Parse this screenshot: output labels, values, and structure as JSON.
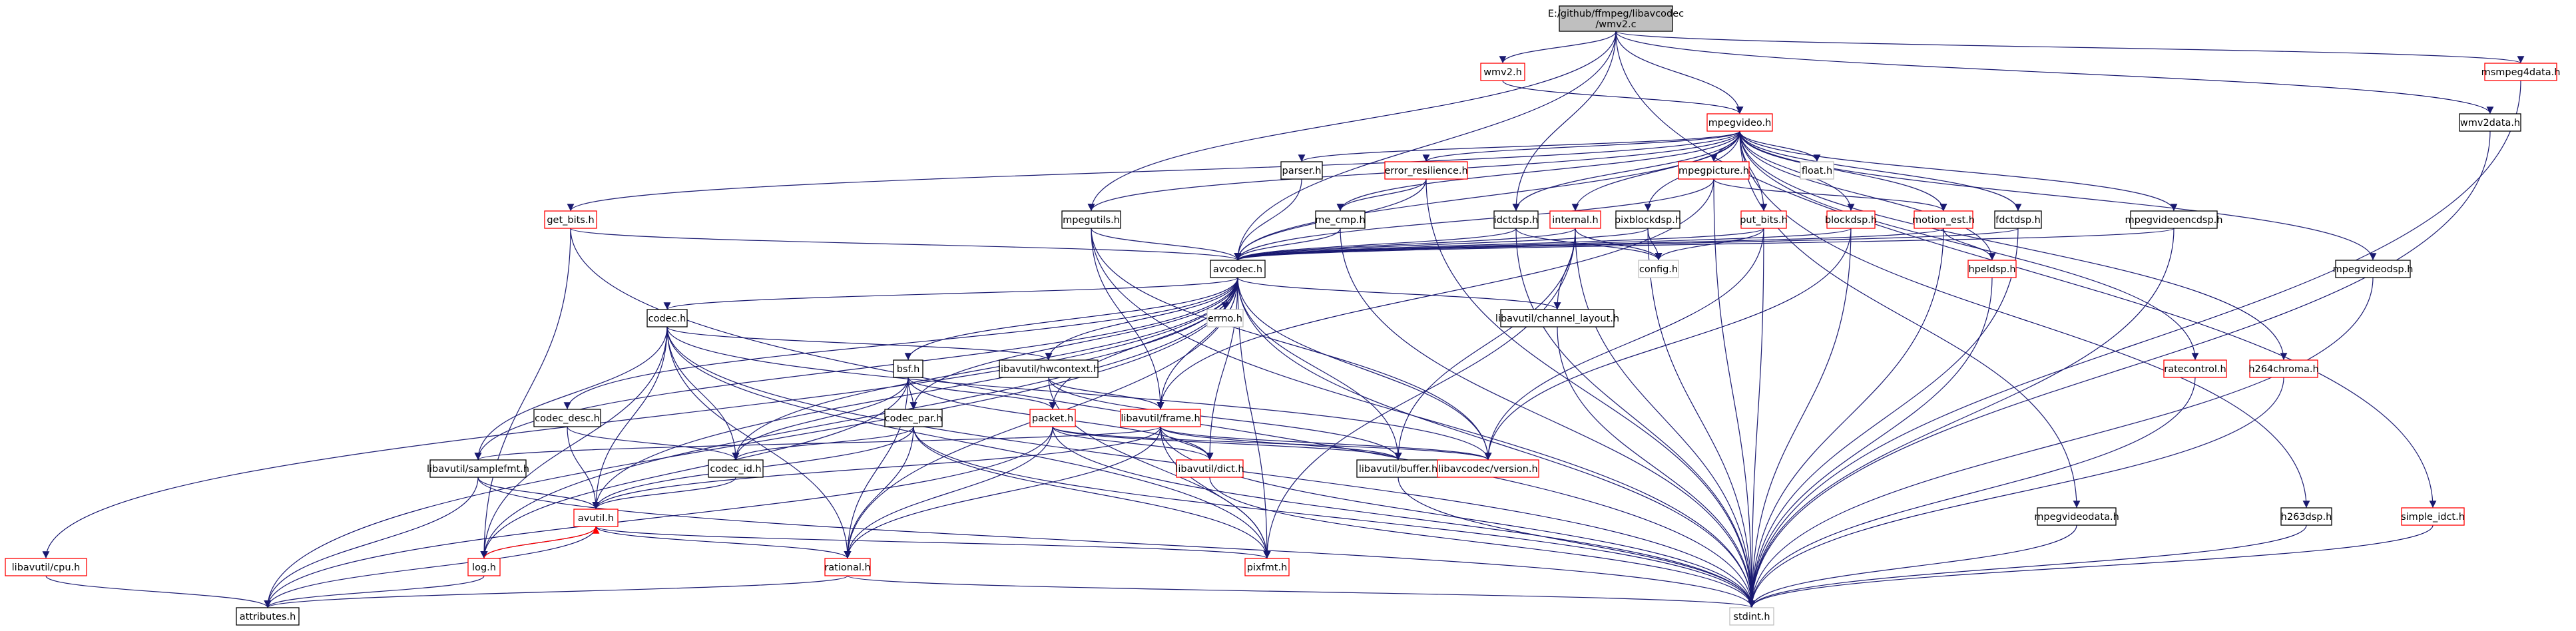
{
  "graph": {
    "root_title": [
      "E:/github/ffmpeg/libavcodec",
      "/wmv2.c"
    ],
    "colors": {
      "edge_include": "#191970",
      "edge_red": "#ff0000",
      "node_box_black": "#000000",
      "node_box_red": "#ff0000",
      "node_box_gray": "#bfbfbf",
      "root_fill": "#bfbfbf"
    },
    "nodes": [
      {
        "id": "root",
        "label": "E:/github/ffmpeg/libavcodec\n/wmv2.c",
        "border": "root"
      },
      {
        "id": "wmv2",
        "label": "wmv2.h",
        "border": "red"
      },
      {
        "id": "msmpeg4data",
        "label": "msmpeg4data.h",
        "border": "red"
      },
      {
        "id": "wmv2data",
        "label": "wmv2data.h",
        "border": "black"
      },
      {
        "id": "mpegvideo",
        "label": "mpegvideo.h",
        "border": "red"
      },
      {
        "id": "parser",
        "label": "parser.h",
        "border": "black"
      },
      {
        "id": "error_resilience",
        "label": "error_resilience.h",
        "border": "red"
      },
      {
        "id": "mpegpicture",
        "label": "mpegpicture.h",
        "border": "red"
      },
      {
        "id": "float",
        "label": "float.h",
        "border": "gray"
      },
      {
        "id": "get_bits",
        "label": "get_bits.h",
        "border": "red"
      },
      {
        "id": "mpegutils",
        "label": "mpegutils.h",
        "border": "black"
      },
      {
        "id": "me_cmp",
        "label": "me_cmp.h",
        "border": "black"
      },
      {
        "id": "idctdsp",
        "label": "idctdsp.h",
        "border": "black"
      },
      {
        "id": "internal",
        "label": "internal.h",
        "border": "red"
      },
      {
        "id": "pixblockdsp",
        "label": "pixblockdsp.h",
        "border": "black"
      },
      {
        "id": "put_bits",
        "label": "put_bits.h",
        "border": "red"
      },
      {
        "id": "blockdsp",
        "label": "blockdsp.h",
        "border": "red"
      },
      {
        "id": "motion_est",
        "label": "motion_est.h",
        "border": "red"
      },
      {
        "id": "fdctdsp",
        "label": "fdctdsp.h",
        "border": "black"
      },
      {
        "id": "mpegvideoencdsp",
        "label": "mpegvideoencdsp.h",
        "border": "black"
      },
      {
        "id": "avcodec",
        "label": "avcodec.h",
        "border": "black"
      },
      {
        "id": "config",
        "label": "config.h",
        "border": "gray"
      },
      {
        "id": "hpeldsp",
        "label": "hpeldsp.h",
        "border": "red"
      },
      {
        "id": "mpegvideodsp",
        "label": "mpegvideodsp.h",
        "border": "black"
      },
      {
        "id": "errno",
        "label": "errno.h",
        "border": "gray"
      },
      {
        "id": "channel_layout",
        "label": "libavutil/channel_layout.h",
        "border": "black"
      },
      {
        "id": "codec",
        "label": "codec.h",
        "border": "black"
      },
      {
        "id": "bsf",
        "label": "bsf.h",
        "border": "black"
      },
      {
        "id": "hwcontext",
        "label": "libavutil/hwcontext.h",
        "border": "black"
      },
      {
        "id": "ratecontrol",
        "label": "ratecontrol.h",
        "border": "red"
      },
      {
        "id": "h264chroma",
        "label": "h264chroma.h",
        "border": "red"
      },
      {
        "id": "codec_desc",
        "label": "codec_desc.h",
        "border": "black"
      },
      {
        "id": "codec_par",
        "label": "codec_par.h",
        "border": "black"
      },
      {
        "id": "packet",
        "label": "packet.h",
        "border": "red"
      },
      {
        "id": "frame",
        "label": "libavutil/frame.h",
        "border": "red"
      },
      {
        "id": "samplefmt",
        "label": "libavutil/samplefmt.h",
        "border": "black"
      },
      {
        "id": "codec_id",
        "label": "codec_id.h",
        "border": "black"
      },
      {
        "id": "dict",
        "label": "libavutil/dict.h",
        "border": "red"
      },
      {
        "id": "buffer",
        "label": "libavutil/buffer.h",
        "border": "black"
      },
      {
        "id": "version",
        "label": "libavcodec/version.h",
        "border": "red"
      },
      {
        "id": "mpegvideodata",
        "label": "mpegvideodata.h",
        "border": "black"
      },
      {
        "id": "h263dsp",
        "label": "h263dsp.h",
        "border": "black"
      },
      {
        "id": "simple_idct",
        "label": "simple_idct.h",
        "border": "red"
      },
      {
        "id": "avutil",
        "label": "avutil.h",
        "border": "red"
      },
      {
        "id": "cpu",
        "label": "libavutil/cpu.h",
        "border": "red"
      },
      {
        "id": "log",
        "label": "log.h",
        "border": "red"
      },
      {
        "id": "rational",
        "label": "rational.h",
        "border": "red"
      },
      {
        "id": "pixfmt",
        "label": "pixfmt.h",
        "border": "red"
      },
      {
        "id": "attributes",
        "label": "attributes.h",
        "border": "black"
      },
      {
        "id": "stdint",
        "label": "stdint.h",
        "border": "gray"
      }
    ],
    "edges": [
      [
        "root",
        "wmv2"
      ],
      [
        "root",
        "msmpeg4data"
      ],
      [
        "root",
        "wmv2data"
      ],
      [
        "root",
        "mpegvideo"
      ],
      [
        "root",
        "idctdsp"
      ],
      [
        "root",
        "mpegutils"
      ],
      [
        "root",
        "avcodec"
      ],
      [
        "root",
        "simple_idct"
      ],
      [
        "wmv2",
        "mpegvideo"
      ],
      [
        "wmv2data",
        "stdint"
      ],
      [
        "msmpeg4data",
        "stdint"
      ],
      [
        "mpegvideo",
        "parser"
      ],
      [
        "mpegvideo",
        "error_resilience"
      ],
      [
        "mpegvideo",
        "mpegpicture"
      ],
      [
        "mpegvideo",
        "float"
      ],
      [
        "mpegvideo",
        "get_bits"
      ],
      [
        "mpegvideo",
        "mpegutils"
      ],
      [
        "mpegvideo",
        "me_cmp"
      ],
      [
        "mpegvideo",
        "idctdsp"
      ],
      [
        "mpegvideo",
        "internal"
      ],
      [
        "mpegvideo",
        "pixblockdsp"
      ],
      [
        "mpegvideo",
        "put_bits"
      ],
      [
        "mpegvideo",
        "blockdsp"
      ],
      [
        "mpegvideo",
        "motion_est"
      ],
      [
        "mpegvideo",
        "fdctdsp"
      ],
      [
        "mpegvideo",
        "mpegvideoencdsp"
      ],
      [
        "mpegvideo",
        "hpeldsp"
      ],
      [
        "mpegvideo",
        "mpegvideodsp"
      ],
      [
        "mpegvideo",
        "ratecontrol"
      ],
      [
        "mpegvideo",
        "h264chroma"
      ],
      [
        "mpegvideo",
        "mpegvideodata"
      ],
      [
        "mpegvideo",
        "h263dsp"
      ],
      [
        "mpegvideo",
        "avcodec"
      ],
      [
        "parser",
        "avcodec"
      ],
      [
        "error_resilience",
        "avcodec"
      ],
      [
        "error_resilience",
        "me_cmp"
      ],
      [
        "error_resilience",
        "stdint"
      ],
      [
        "mpegpicture",
        "avcodec"
      ],
      [
        "mpegpicture",
        "motion_est"
      ],
      [
        "mpegpicture",
        "frame"
      ],
      [
        "mpegpicture",
        "stdint"
      ],
      [
        "get_bits",
        "avcodec"
      ],
      [
        "get_bits",
        "log"
      ],
      [
        "get_bits",
        "stdint"
      ],
      [
        "mpegutils",
        "avcodec"
      ],
      [
        "mpegutils",
        "frame"
      ],
      [
        "mpegutils",
        "version"
      ],
      [
        "mpegutils",
        "stdint"
      ],
      [
        "me_cmp",
        "avcodec"
      ],
      [
        "me_cmp",
        "stdint"
      ],
      [
        "idctdsp",
        "avcodec"
      ],
      [
        "idctdsp",
        "config"
      ],
      [
        "idctdsp",
        "stdint"
      ],
      [
        "internal",
        "avcodec"
      ],
      [
        "internal",
        "config"
      ],
      [
        "internal",
        "channel_layout"
      ],
      [
        "internal",
        "buffer"
      ],
      [
        "internal",
        "pixfmt"
      ],
      [
        "internal",
        "stdint"
      ],
      [
        "pixblockdsp",
        "avcodec"
      ],
      [
        "pixblockdsp",
        "config"
      ],
      [
        "pixblockdsp",
        "stdint"
      ],
      [
        "put_bits",
        "avcodec"
      ],
      [
        "put_bits",
        "config"
      ],
      [
        "put_bits",
        "stdint"
      ],
      [
        "put_bits",
        "version"
      ],
      [
        "blockdsp",
        "avcodec"
      ],
      [
        "blockdsp",
        "stdint"
      ],
      [
        "blockdsp",
        "version"
      ],
      [
        "motion_est",
        "avcodec"
      ],
      [
        "motion_est",
        "hpeldsp"
      ],
      [
        "motion_est",
        "stdint"
      ],
      [
        "fdctdsp",
        "avcodec"
      ],
      [
        "fdctdsp",
        "stdint"
      ],
      [
        "mpegvideoencdsp",
        "avcodec"
      ],
      [
        "mpegvideoencdsp",
        "stdint"
      ],
      [
        "hpeldsp",
        "stdint"
      ],
      [
        "mpegvideodsp",
        "stdint"
      ],
      [
        "ratecontrol",
        "stdint"
      ],
      [
        "h264chroma",
        "stdint"
      ],
      [
        "mpegvideodata",
        "stdint"
      ],
      [
        "h263dsp",
        "stdint"
      ],
      [
        "simple_idct",
        "stdint"
      ],
      [
        "avcodec",
        "errno"
      ],
      [
        "avcodec",
        "channel_layout"
      ],
      [
        "avcodec",
        "codec"
      ],
      [
        "avcodec",
        "bsf"
      ],
      [
        "avcodec",
        "hwcontext"
      ],
      [
        "avcodec",
        "codec_desc"
      ],
      [
        "avcodec",
        "codec_par"
      ],
      [
        "avcodec",
        "packet"
      ],
      [
        "avcodec",
        "frame"
      ],
      [
        "avcodec",
        "samplefmt"
      ],
      [
        "avcodec",
        "codec_id"
      ],
      [
        "avcodec",
        "dict"
      ],
      [
        "avcodec",
        "buffer"
      ],
      [
        "avcodec",
        "version"
      ],
      [
        "avcodec",
        "avutil"
      ],
      [
        "avcodec",
        "cpu"
      ],
      [
        "avcodec",
        "log"
      ],
      [
        "avcodec",
        "rational"
      ],
      [
        "avcodec",
        "pixfmt"
      ],
      [
        "avcodec",
        "attributes"
      ],
      [
        "avcodec",
        "stdint"
      ],
      [
        "channel_layout",
        "stdint"
      ],
      [
        "codec",
        "samplefmt"
      ],
      [
        "codec",
        "codec_id"
      ],
      [
        "codec",
        "avutil"
      ],
      [
        "codec",
        "log"
      ],
      [
        "codec",
        "rational"
      ],
      [
        "codec",
        "pixfmt"
      ],
      [
        "codec",
        "version"
      ],
      [
        "codec",
        "hwcontext"
      ],
      [
        "codec",
        "stdint"
      ],
      [
        "bsf",
        "codec_par"
      ],
      [
        "bsf",
        "packet"
      ],
      [
        "bsf",
        "codec_id"
      ],
      [
        "bsf",
        "dict"
      ],
      [
        "bsf",
        "log"
      ],
      [
        "bsf",
        "rational"
      ],
      [
        "hwcontext",
        "buffer"
      ],
      [
        "hwcontext",
        "frame"
      ],
      [
        "hwcontext",
        "pixfmt"
      ],
      [
        "codec_desc",
        "codec_id"
      ],
      [
        "codec_desc",
        "avutil"
      ],
      [
        "codec_par",
        "codec_id"
      ],
      [
        "codec_par",
        "avutil"
      ],
      [
        "codec_par",
        "rational"
      ],
      [
        "codec_par",
        "pixfmt"
      ],
      [
        "codec_par",
        "stdint"
      ],
      [
        "packet",
        "buffer"
      ],
      [
        "packet",
        "dict"
      ],
      [
        "packet",
        "rational"
      ],
      [
        "packet",
        "version"
      ],
      [
        "packet",
        "attributes"
      ],
      [
        "packet",
        "stdint"
      ],
      [
        "frame",
        "avutil"
      ],
      [
        "frame",
        "buffer"
      ],
      [
        "frame",
        "dict"
      ],
      [
        "frame",
        "rational"
      ],
      [
        "frame",
        "samplefmt"
      ],
      [
        "frame",
        "pixfmt"
      ],
      [
        "frame",
        "version"
      ],
      [
        "frame",
        "stdint"
      ],
      [
        "samplefmt",
        "avutil"
      ],
      [
        "samplefmt",
        "attributes"
      ],
      [
        "samplefmt",
        "stdint"
      ],
      [
        "codec_id",
        "avutil"
      ],
      [
        "dict",
        "stdint"
      ],
      [
        "buffer",
        "stdint"
      ],
      [
        "avutil",
        "log"
      ],
      [
        "avutil",
        "rational"
      ],
      [
        "avutil",
        "pixfmt"
      ],
      [
        "avutil",
        "attributes"
      ],
      [
        "cpu",
        "attributes"
      ],
      [
        "log",
        "avutil"
      ],
      [
        "log",
        "attributes"
      ],
      [
        "rational",
        "stdint"
      ],
      [
        "rational",
        "attributes"
      ]
    ]
  }
}
